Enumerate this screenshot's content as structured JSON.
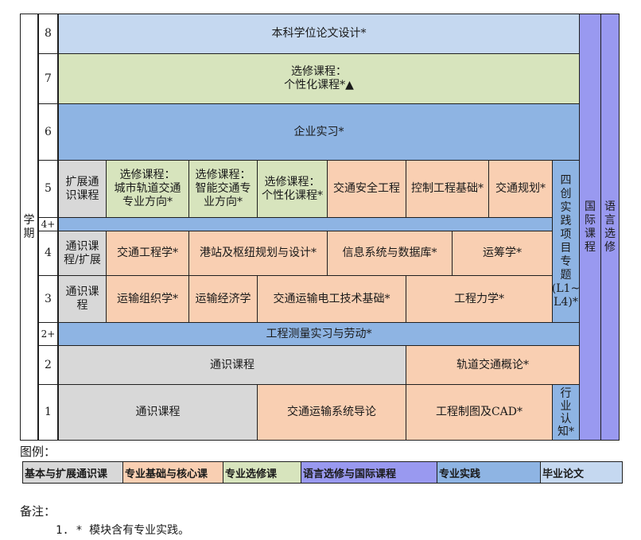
{
  "semester_label": [
    "学",
    "期"
  ],
  "semesters": {
    "s8": "8",
    "s7": "7",
    "s6": "6",
    "s5": "5",
    "s4p": "4+",
    "s4": "4",
    "s3": "3",
    "s2p": "2+",
    "s2": "2",
    "s1": "1"
  },
  "courses": {
    "thesis": "本科学位论文设计*",
    "elective7_l1": "选修课程：",
    "elective7_l2": "个性化课程*▲",
    "internship": "企业实习*",
    "s5_gen_l1": "扩展通",
    "s5_gen_l2": "识课程",
    "s5_el1_l1": "选修课程：",
    "s5_el1_l2": "城市轨道交通",
    "s5_el1_l3": "专业方向*",
    "s5_el2_l1": "选修课程：",
    "s5_el2_l2": "智能交通专",
    "s5_el2_l3": "业方向*",
    "s5_el3_l1": "选修课程：",
    "s5_el3_l2": "个性化课程*",
    "s5_safety": "交通安全工程",
    "s5_control": "控制工程基础*",
    "s5_planning": "交通规划*",
    "innov": [
      "四",
      "创",
      "实",
      "践",
      "项",
      "目",
      "专",
      "题",
      "(L1~",
      "L4)*"
    ],
    "s4_gen_l1": "通识课",
    "s4_gen_l2": "程/扩展",
    "s4_eng": "交通工程学*",
    "s4_port": "港站及枢纽规划与设计*",
    "s4_info": "信息系统与数据库*",
    "s4_or": "运筹学*",
    "s3_gen_l1": "通识课",
    "s3_gen_l2": "程",
    "s3_org": "运输组织学*",
    "s3_econ": "运输经济学",
    "s3_elec": "交通运输电工技术基础*",
    "s3_mech": "工程力学*",
    "survey": "工程测量实习与劳动*",
    "s2_gen": "通识课程",
    "s2_rail": "轨道交通概论*",
    "s1_gen": "通识课程",
    "s1_intro": "交通运输系统导论",
    "s1_cad": "工程制图及CAD*",
    "industry": [
      "行",
      "业",
      "认",
      "知*"
    ],
    "intl": [
      "国",
      "际",
      "课",
      "程"
    ],
    "lang": [
      "语",
      "言",
      "选",
      "修"
    ]
  },
  "legend": {
    "title": "图例：",
    "items": [
      "基本与扩展通识课",
      "专业基础与核心课",
      "专业选修课",
      "语言选修与国际课程",
      "专业实践",
      "毕业论文"
    ]
  },
  "notes": {
    "title": "备注：",
    "item1": "1. * 模块含有专业实践。"
  },
  "colors": {
    "general": "#d8d8d8",
    "core": "#f9cfb2",
    "elective": "#d7e4bd",
    "language": "#9999f0",
    "practice": "#8eb4e3",
    "thesis": "#c5d8f0"
  }
}
